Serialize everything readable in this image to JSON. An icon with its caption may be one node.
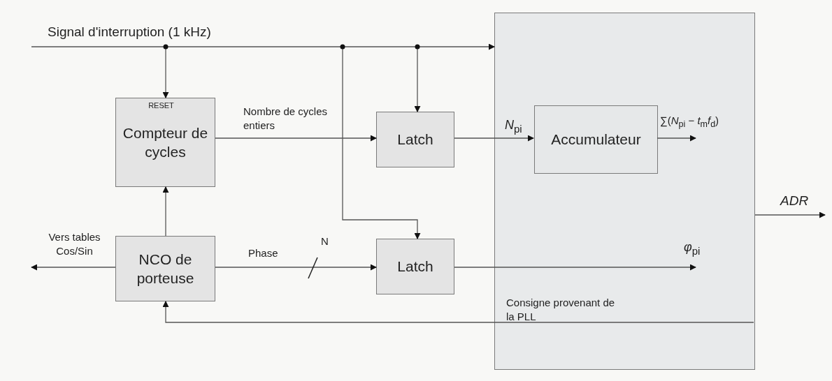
{
  "diagram": {
    "nodes": [
      {
        "text": [],
        "shape": "box"
      },
      {
        "text": [
          "RESET",
          "Compteur de cycles"
        ]
      },
      {
        "text": [
          "NCO de porteuse"
        ]
      },
      {
        "text": [
          "Latch"
        ]
      },
      {
        "text": [
          "Latch"
        ]
      },
      {
        "text": [
          "Accumulateur"
        ],
        "in": 0
      }
    ],
    "edges": [
      {
        "from": null,
        "to": 0,
        "arrow": "to",
        "label": "Signal d'interruption (1 kHz)"
      },
      {
        "from": null,
        "to": 1,
        "arrow": "to"
      },
      {
        "from": null,
        "to": 3,
        "arrow": "to"
      },
      {
        "from": null,
        "to": 4,
        "arrow": "to"
      },
      {
        "from": 2,
        "to": 1,
        "arrow": "to"
      },
      {
        "from": 1,
        "to": 3,
        "arrow": "to",
        "label": "Nombre de cycles entiers"
      },
      {
        "from": 3,
        "to": 5,
        "arrow": "to",
        "label": "*N*$_{pi}$"
      },
      {
        "from": 5,
        "to": null,
        "arrow": "to",
        "label": "∑(*N*$_{pi}$ − *t*$_{m}$*f*$_{d}$)"
      },
      {
        "from": 2,
        "to": 4,
        "arrow": "to",
        "label": "Phase"
      },
      {
        "from": 4,
        "to": null,
        "arrow": "to",
        "label": "*φ*$_{pi}$"
      },
      {
        "from": 2,
        "to": null,
        "arrow": "to",
        "label": "Vers tables Cos/Sin"
      },
      {
        "from": 0,
        "to": 2,
        "arrow": "to",
        "label": "Consigne provenant de la PLL"
      },
      {
        "from": 0,
        "to": null,
        "arrow": "to",
        "label": "ADR"
      }
    ],
    "labels": [
      "N"
    ]
  }
}
